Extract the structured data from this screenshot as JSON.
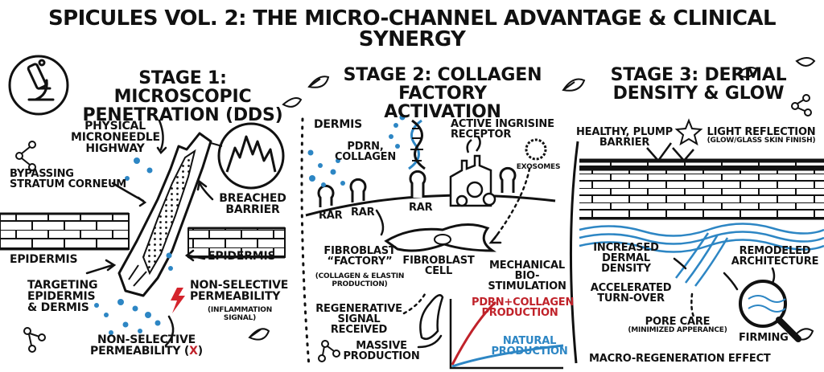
{
  "title": "SPICULES VOL. 2: THE MICRO-CHANNEL ADVANTAGE & CLINICAL SYNERGY",
  "stage1": {
    "heading_line1": "STAGE 1: MICROSCOPIC",
    "heading_line2": "PENETRATION (DDS)",
    "physical_line1": "PHYSICAL",
    "physical_line2": "MICRONEEDLE",
    "physical_line3": "HIGHWAY",
    "bypassing_line1": "BYPASSING",
    "bypassing_line2": "STRATUM CORNEUM",
    "breached_line1": "BREACHED",
    "breached_line2": "BARRIER",
    "epidermis_left": "EPIDERMIS",
    "epidermis_right": "EPIDERMIS",
    "targeting_line1": "TARGETING",
    "targeting_line2": "EPIDERMIS",
    "targeting_line3": "& DERMIS",
    "nonselective_line1": "NON-SELECTIVE",
    "nonselective_line2": "PERMEABILITY",
    "inflammation": "(INFLAMMATION",
    "signal": "SIGNAL)",
    "bottom_line1": "NON-SELECTIVE",
    "bottom_line2": "PERMEABILITY (",
    "bottom_x": "X",
    "bottom_close": ")"
  },
  "stage2": {
    "heading_line1": "STAGE 2: COLLAGEN",
    "heading_line2": "FACTORY ACTIVATION",
    "dermis": "DERMIS",
    "active_line1": "ACTIVE INGRISINE",
    "active_line2": "RECEPTOR",
    "pdrn_line1": "PDRN,",
    "pdrn_line2": "COLLAGEN",
    "exosomes": "EXOSOMES",
    "rar": "RAR",
    "fibro_line1": "FIBROBLAST",
    "fibro_line2": "“FACTORY”",
    "fibro_sub1": "(COLLAGEN & ELASTIN",
    "fibro_sub2": "PRODUCTION)",
    "cell_line1": "FIBROBLAST",
    "cell_line2": "CELL",
    "mech_line1": "MECHANICAL",
    "mech_line2": "BIO-STIMULATION",
    "regen_line1": "REGENERATIVE",
    "regen_line2": "SIGNAL RECEIVED",
    "massive_line1": "MASSIVE",
    "massive_line2": "PRODUCTION",
    "pdrn_prod_line1": "PDRN+COLLAGEN",
    "pdrn_prod_line2": "PRODUCTION",
    "natural_line1": "NATURAL",
    "natural_line2": "PRODUCTION",
    "red_color": "#c0222a",
    "blue_color": "#2d86c4"
  },
  "stage3": {
    "heading_line1": "STAGE 3: DERMAL",
    "heading_line2": "DENSITY & GLOW",
    "healthy_line1": "HEALTHY, PLUMP",
    "healthy_line2": "BARRIER",
    "light_line1": "LIGHT REFLECTION",
    "light_line2": "(GLOW/GLASS SKIN FINISH)",
    "increased_line1": "INCREASED",
    "increased_line2": "DERMAL DENSITY",
    "remodeled_line1": "REMODELED",
    "remodeled_line2": "ARCHITECTURE",
    "accel_line1": "ACCELERATED",
    "accel_line2": "TURN-OVER",
    "pore_line1": "PORE CARE",
    "pore_line2": "(MINIMIZED APPERANCE)",
    "firming": "FIRMING",
    "macro": "MACRO-REGENERATION EFFECT"
  },
  "icons": [
    "microscope-icon",
    "dna-icon",
    "factory-icon",
    "magnifier-icon",
    "lightning-icon",
    "star-icon",
    "leaf-icon",
    "molecule-icon"
  ]
}
